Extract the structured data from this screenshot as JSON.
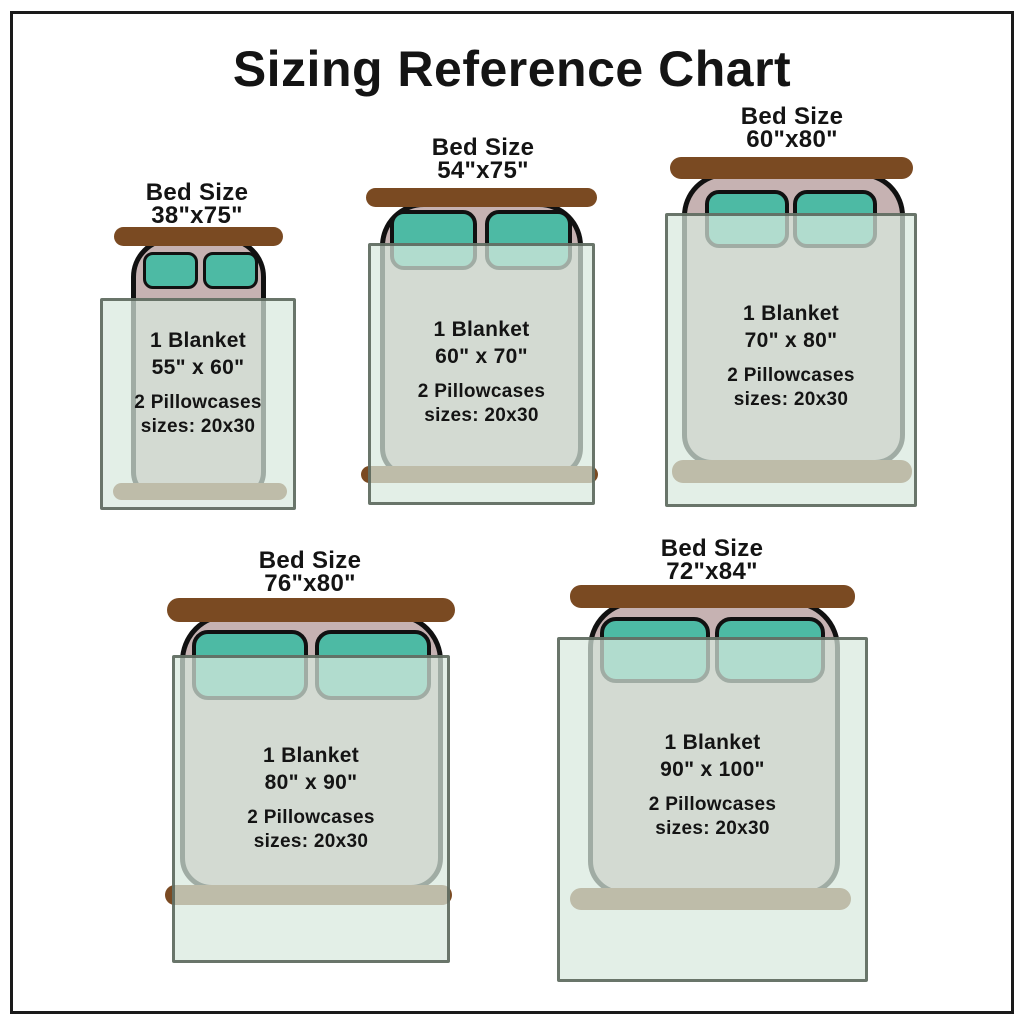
{
  "title": "Sizing Reference Chart",
  "colors": {
    "headboard": "#7a4a22",
    "footboard": "#7a4a22",
    "mattress": "#c6b2b2",
    "mattress-outline": "#111111",
    "pillow": "#4dbaa4",
    "pillow-outline": "#111111",
    "blanket-overlay": "rgba(216,233,222,0.72)",
    "blanket-border": "rgba(85,96,85,0.85)",
    "text": "#141414",
    "frame": "#1a1a1a"
  },
  "beds": [
    {
      "label_title": "Bed Size",
      "size": "38\"x75\"",
      "blanket_count": "1 Blanket",
      "blanket_size": "55\" x 60\"",
      "pillowcase_count": "2 Pillowcases",
      "pillowcase_size": "sizes: 20x30"
    },
    {
      "label_title": "Bed Size",
      "size": "54\"x75\"",
      "blanket_count": "1 Blanket",
      "blanket_size": "60\" x 70\"",
      "pillowcase_count": "2 Pillowcases",
      "pillowcase_size": "sizes: 20x30"
    },
    {
      "label_title": "Bed Size",
      "size": "60\"x80\"",
      "blanket_count": "1 Blanket",
      "blanket_size": "70\" x 80\"",
      "pillowcase_count": "2 Pillowcases",
      "pillowcase_size": "sizes: 20x30"
    },
    {
      "label_title": "Bed Size",
      "size": "76\"x80\"",
      "blanket_count": "1 Blanket",
      "blanket_size": "80\" x 90\"",
      "pillowcase_count": "2 Pillowcases",
      "pillowcase_size": "sizes: 20x30"
    },
    {
      "label_title": "Bed Size",
      "size": "72\"x84\"",
      "blanket_count": "1 Blanket",
      "blanket_size": "90\" x 100\"",
      "pillowcase_count": "2 Pillowcases",
      "pillowcase_size": "sizes: 20x30"
    }
  ]
}
